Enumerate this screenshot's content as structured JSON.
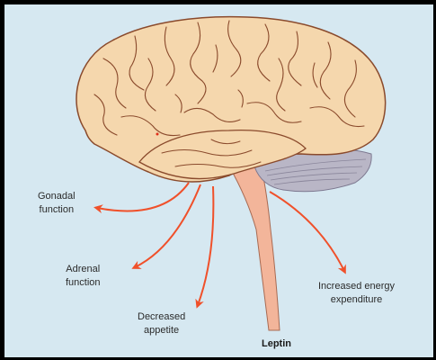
{
  "colors": {
    "background": "#d6e8f1",
    "brain_fill": "#f5d7ad",
    "brain_lines": "#8a4a2c",
    "cerebellum": "#b9b6c6",
    "brainstem": "#f3b59a",
    "arrow": "#f0502a"
  },
  "labels": {
    "gonadal": [
      "Gonadal",
      "function"
    ],
    "adrenal": [
      "Adrenal",
      "function"
    ],
    "appetite": [
      "Decreased",
      "appetite"
    ],
    "energy": [
      "Increased energy",
      "expenditure"
    ],
    "leptin": "Leptin"
  },
  "icons": {
    "brain": "brain-icon",
    "arrow": "arrow-icon"
  }
}
